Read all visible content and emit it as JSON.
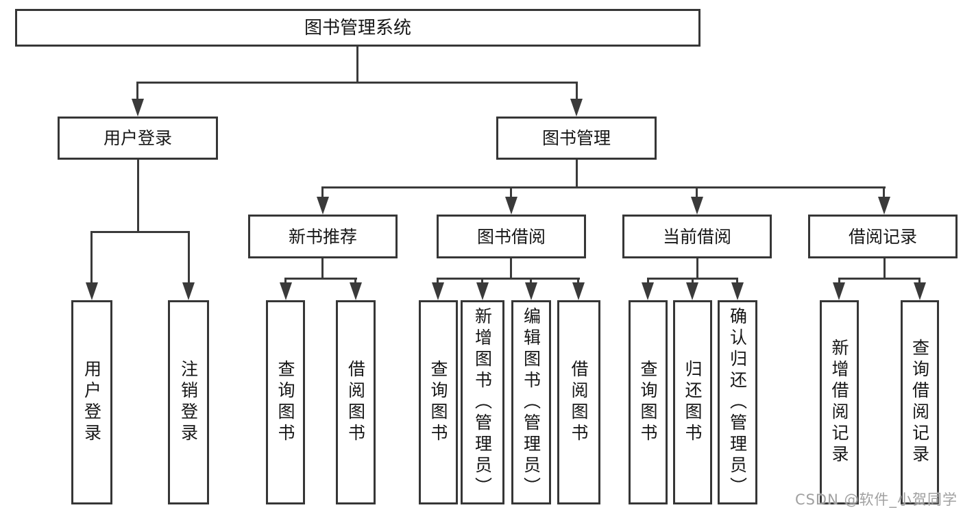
{
  "diagram": {
    "root": {
      "label": "图书管理系统"
    },
    "level2": {
      "user_login": {
        "label": "用户登录"
      },
      "book_management": {
        "label": "图书管理"
      }
    },
    "level3": {
      "new_book_recommend": {
        "label": "新书推荐"
      },
      "book_borrow": {
        "label": "图书借阅"
      },
      "current_borrow": {
        "label": "当前借阅"
      },
      "borrow_record": {
        "label": "借阅记录"
      }
    },
    "leaves": {
      "user_login": [
        "用户登录",
        "注销登录"
      ],
      "new_book_recommend": [
        "查询图书",
        "借阅图书"
      ],
      "book_borrow": [
        "查询图书",
        "新增图书（管理员）",
        "编辑图书（管理员）",
        "借阅图书"
      ],
      "current_borrow": [
        "查询图书",
        "归还图书",
        "确认归还（管理员）"
      ],
      "borrow_record": [
        "新增借阅记录",
        "查询借阅记录"
      ]
    }
  },
  "watermark": {
    "text": "CSDN @软件_小贺同学"
  },
  "colors": {
    "line": "#3a3a3a",
    "border": "#363636",
    "text": "#161616",
    "watermark": "#a0a0a0",
    "background": "#ffffff"
  }
}
